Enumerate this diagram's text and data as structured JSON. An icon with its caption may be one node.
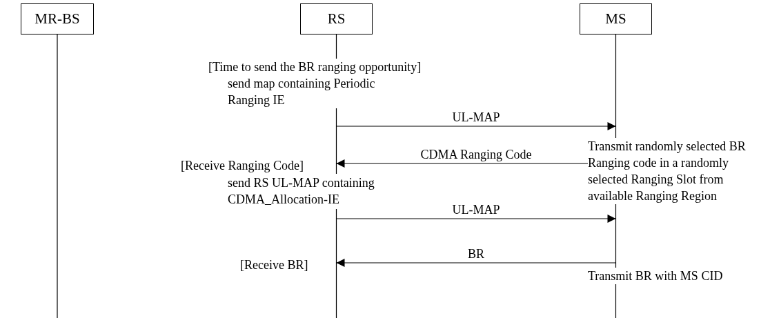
{
  "diagram": {
    "nodes": [
      {
        "text": [
          "MR-BS"
        ]
      },
      {
        "text": [
          "RS"
        ]
      },
      {
        "text": [
          "MS"
        ]
      }
    ],
    "edges": [
      {
        "from": 1,
        "to": 2,
        "arrow": "to",
        "label": "UL-MAP"
      },
      {
        "from": 2,
        "to": 1,
        "arrow": "to",
        "label": "CDMA Ranging Code"
      },
      {
        "from": 1,
        "to": 2,
        "arrow": "to",
        "label": "UL-MAP"
      },
      {
        "from": 2,
        "to": 1,
        "arrow": "to",
        "label": "BR"
      }
    ],
    "labels": [
      "[Time to send the BR ranging opportunity]",
      "send map containing Periodic Ranging IE",
      "[Receive Ranging Code]",
      "Transmit randomly selected BR Ranging code in a randomly selected Ranging Slot from available Ranging Region",
      "send RS UL-MAP containing CDMA_Allocation-IE",
      "[Receive BR]",
      "Transmit BR with MS CID"
    ]
  }
}
